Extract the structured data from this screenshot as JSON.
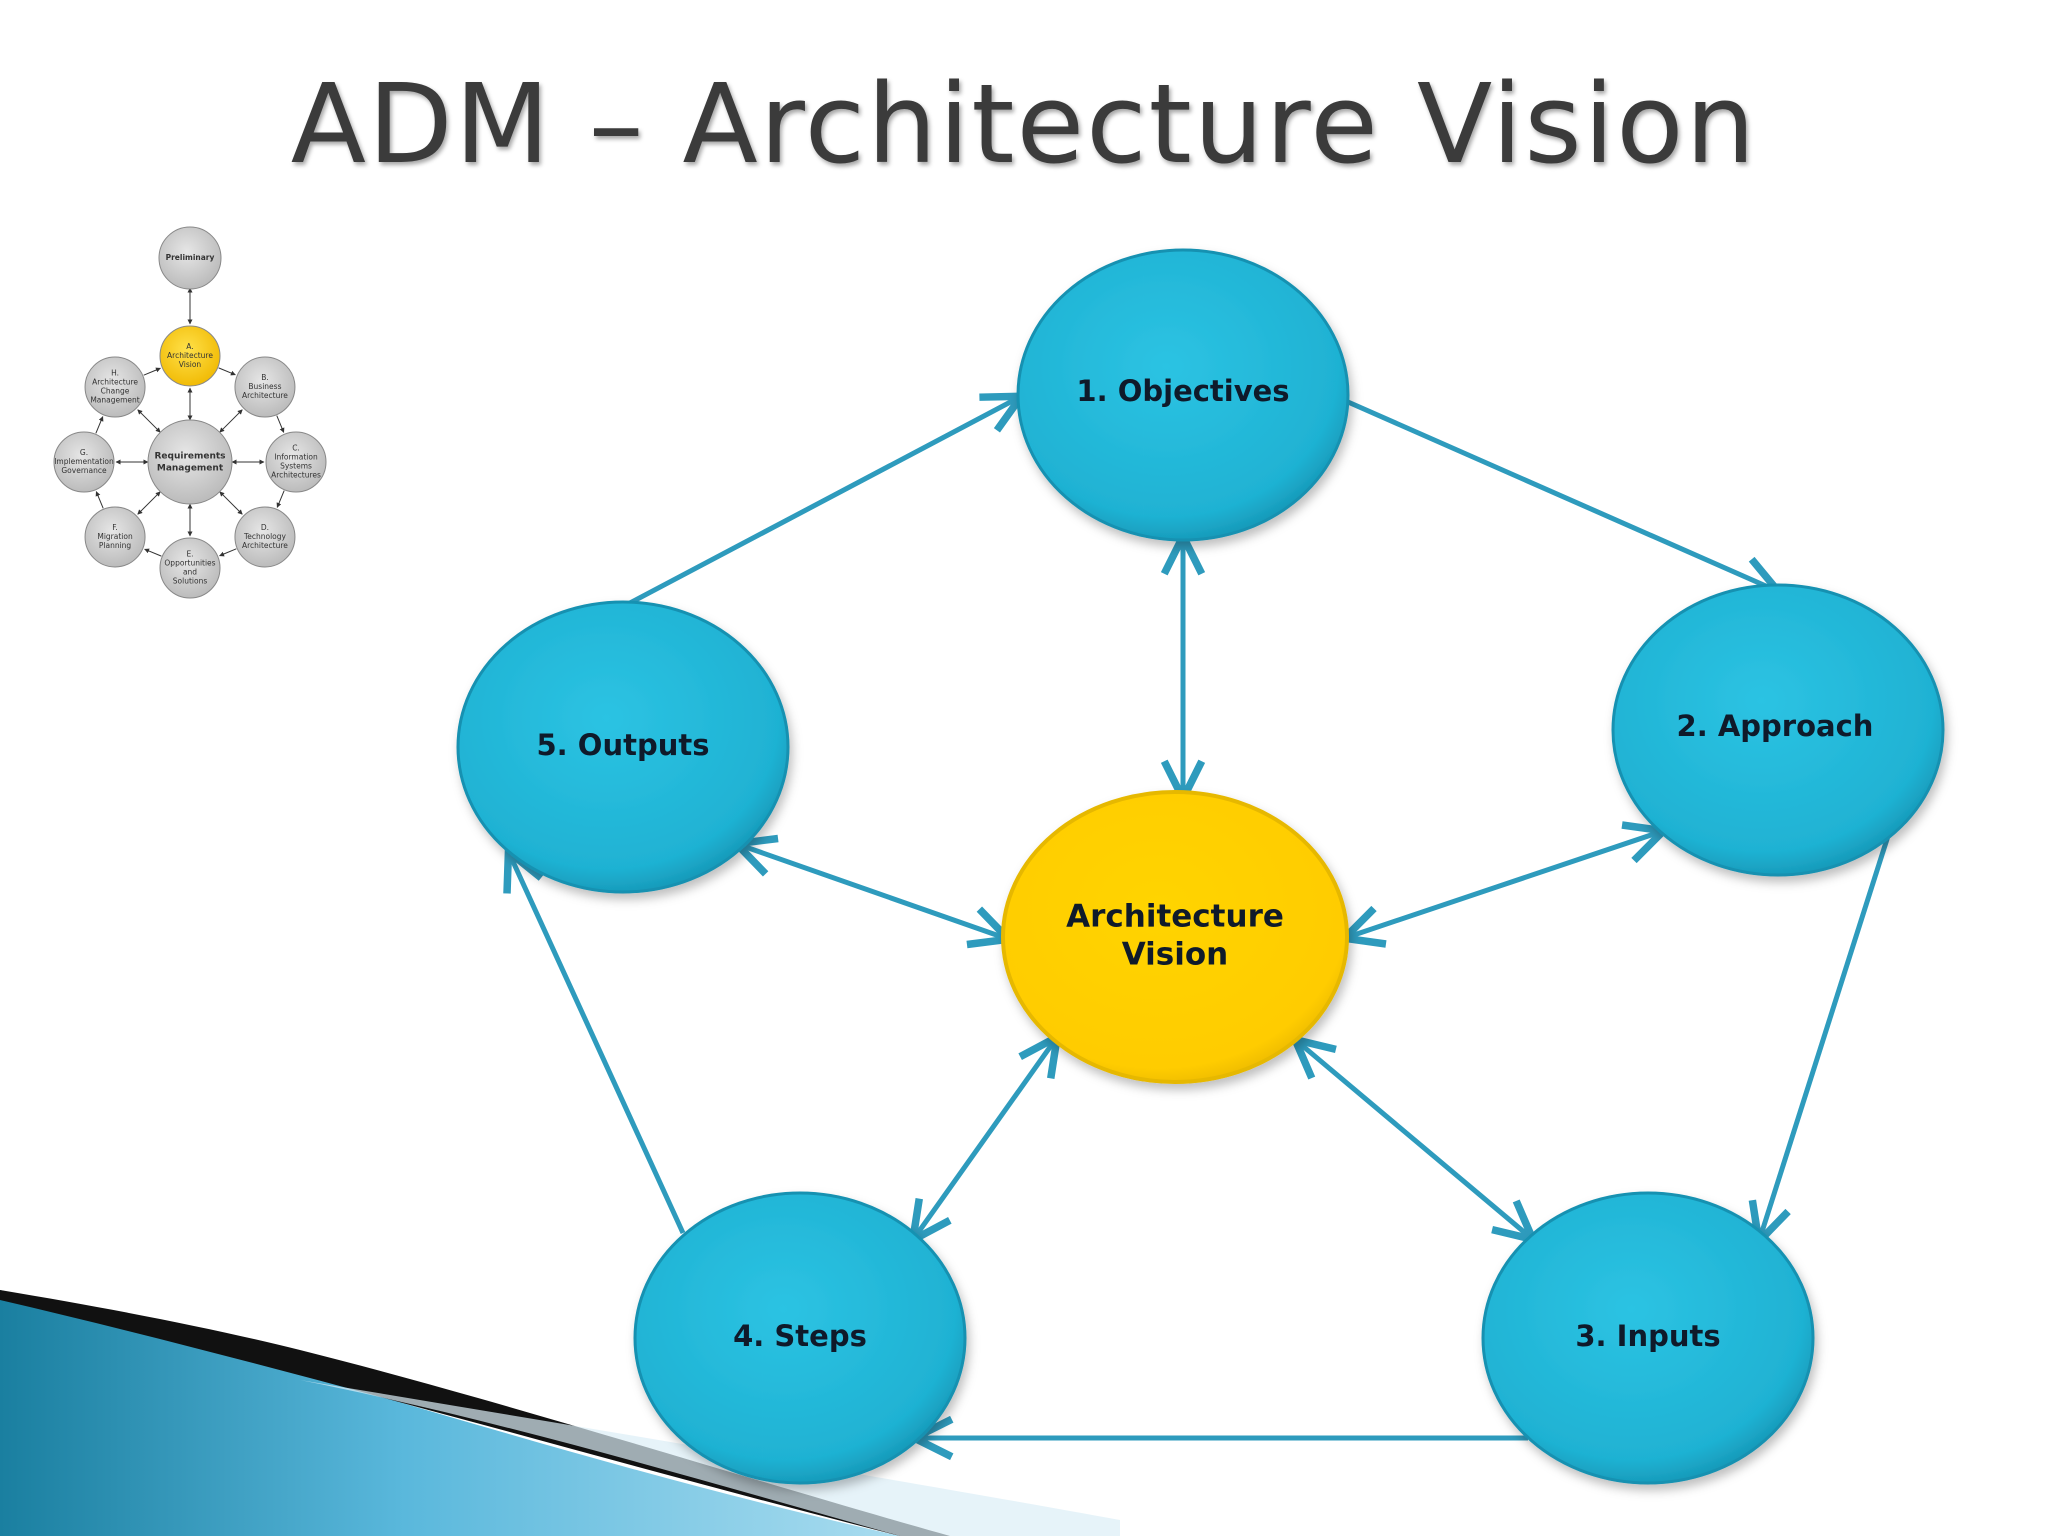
{
  "title": "ADM – Architecture Vision",
  "cycle": {
    "center": [
      "Architecture",
      "Vision"
    ],
    "nodes": {
      "objectives": "1. Objectives",
      "approach": "2. Approach",
      "inputs": "3. Inputs",
      "steps": "4. Steps",
      "outputs": "5. Outputs"
    }
  },
  "adm_thumbnail": {
    "preliminary": "Preliminary",
    "center": [
      "Requirements",
      "Management"
    ],
    "phases": {
      "a": [
        "A.",
        "Architecture",
        "Vision"
      ],
      "b": [
        "B.",
        "Business",
        "Architecture"
      ],
      "c": [
        "C.",
        "Information",
        "Systems",
        "Architectures"
      ],
      "d": [
        "D.",
        "Technology",
        "Architecture"
      ],
      "e": [
        "E.",
        "Opportunities",
        "and",
        "Solutions"
      ],
      "f": [
        "F.",
        "Migration",
        "Planning"
      ],
      "g": [
        "G.",
        "Implementation",
        "Governance"
      ],
      "h": [
        "H.",
        "Architecture",
        "Change",
        "Management"
      ]
    }
  },
  "colors": {
    "node_fill": "#22b7d8",
    "node_stroke": "#1591b1",
    "center_fill": "#ffd100",
    "center_stroke": "#e6b800",
    "arrow": "#2e9bbd",
    "title": "#3b3b3b"
  }
}
